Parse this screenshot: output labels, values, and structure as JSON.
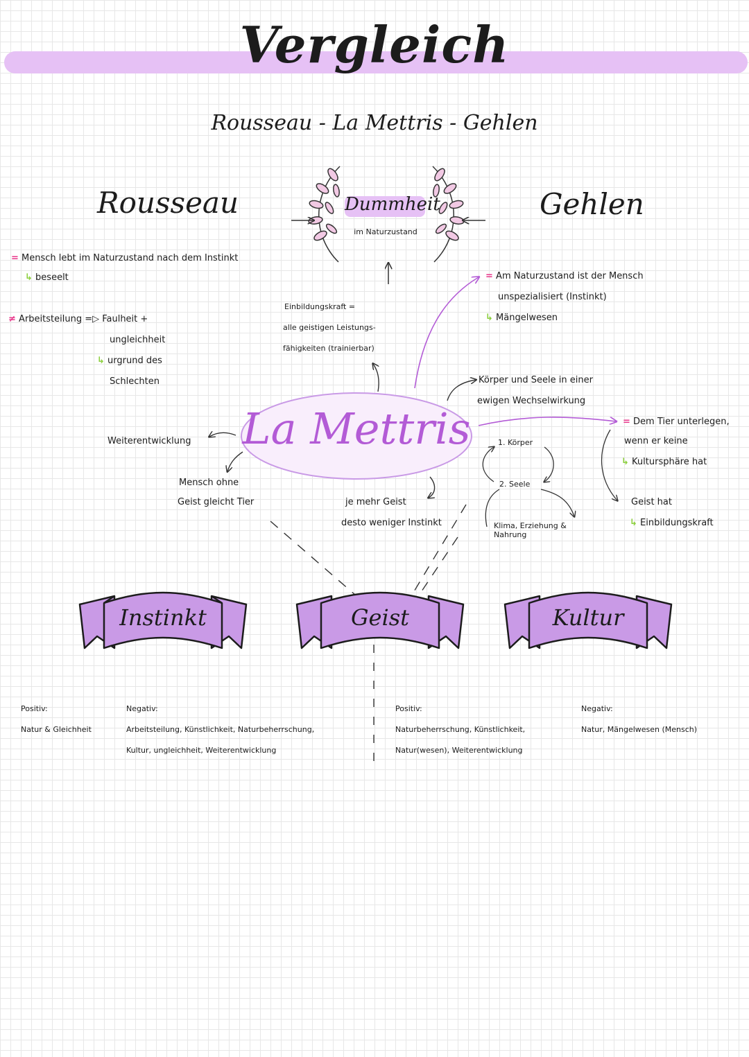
{
  "title": "Vergleich",
  "subtitle": "Rousseau - La Mettris - Gehlen",
  "accent_color": "#e6c1f5",
  "banner_color": "#c99ae6",
  "left": {
    "heading": "Rousseau",
    "line1_marker": "=",
    "line1": "Mensch lebt im Naturzustand nach dem Instinkt",
    "line2_arrow": "↳",
    "line2": "beseelt",
    "line3_marker": "≠",
    "line3": "Arbeitsteilung =▷ Faulheit +",
    "line4": "ungleichheit",
    "line5_arrow": "↳",
    "line5": "urgrund des",
    "line6": "Schlechten"
  },
  "center_top": {
    "badge": "Dummheit",
    "badge_sub": "im Naturzustand"
  },
  "right": {
    "heading": "Gehlen",
    "line1_marker": "=",
    "line1": "Am Naturzustand ist der Mensch",
    "line2": "unspezialisiert (Instinkt)",
    "line3_arrow": "↳",
    "line3": "Mängelwesen"
  },
  "mettris": {
    "name": "La Mettris",
    "einbildung1": "Einbildungskraft =",
    "einbildung2": "alle geistigen Leistungs-",
    "einbildung3": "fähigkeiten (trainierbar)",
    "weiter": "Weiterentwicklung",
    "mensch1": "Mensch ohne",
    "mensch2": "Geist gleicht Tier",
    "je1": "je mehr Geist",
    "je2": "desto weniger Instinkt",
    "koerper1": "Körper und Seele in einer",
    "koerper2": "ewigen Wechselwirkung",
    "list1": "1. Körper",
    "list2": "2. Seele",
    "klima1": "Klima, Erziehung &",
    "klima2": "Nahrung",
    "tier_marker": "=",
    "tier1": "Dem Tier unterlegen,",
    "tier2": "wenn er keine",
    "tier3_arrow": "↳",
    "tier3": "Kultursphäre hat",
    "geist1": "Geist hat",
    "geist2_arrow": "↳",
    "geist2": "Einbildungskraft"
  },
  "banners": [
    "Instinkt",
    "Geist",
    "Kultur"
  ],
  "bottom": {
    "pos1_label": "Positiv:",
    "pos1_text": "Natur & Gleichheit",
    "neg1_label": "Negativ:",
    "neg1_text1": "Arbeitsteilung, Künstlichkeit, Naturbeherrschung,",
    "neg1_text2": "Kultur, ungleichheit, Weiterentwicklung",
    "pos2_label": "Positiv:",
    "pos2_text1": "Naturbeherrschung, Künstlichkeit,",
    "pos2_text2": "Natur(wesen), Weiterentwicklung",
    "neg2_label": "Negativ:",
    "neg2_text": "Natur, Mängelwesen (Mensch)"
  }
}
